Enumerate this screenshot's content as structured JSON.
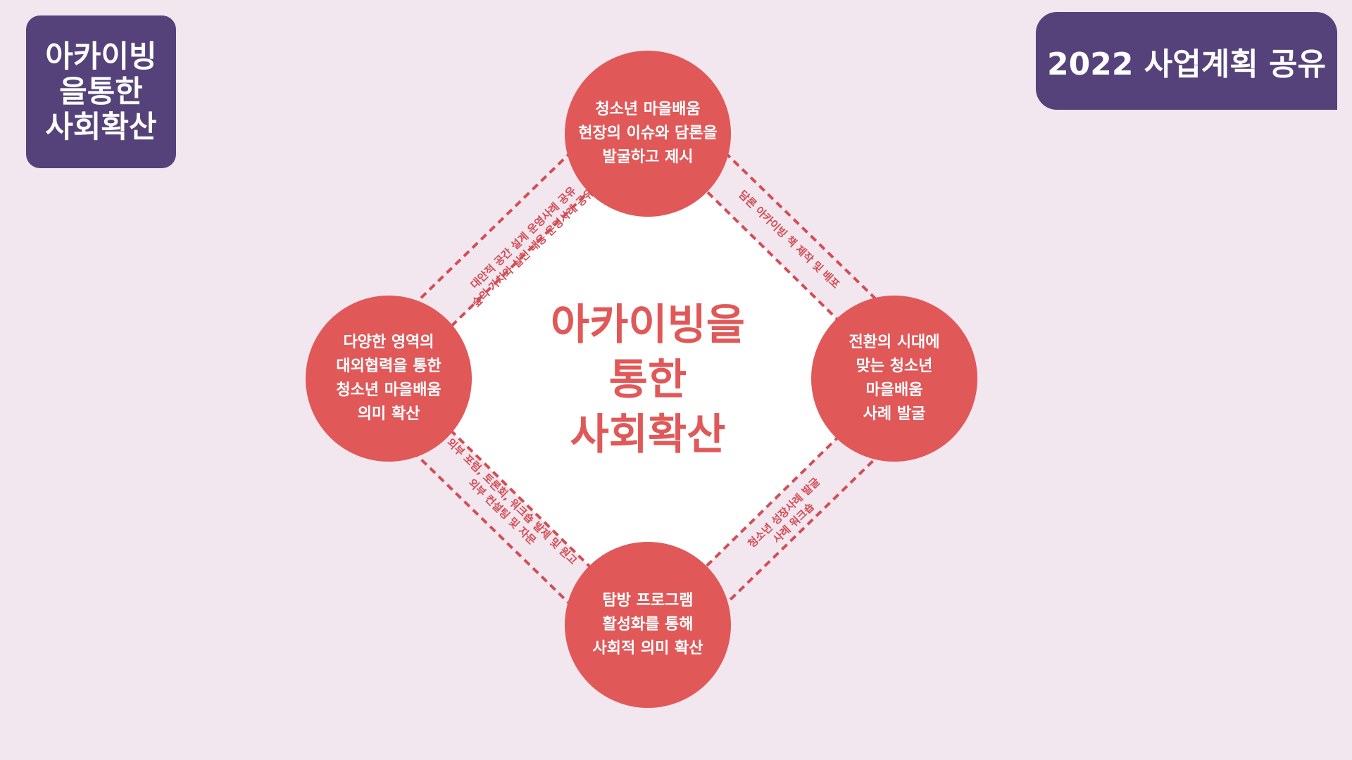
{
  "badge_left": {
    "lines": [
      "아카이빙",
      "을통한",
      "사회확산"
    ]
  },
  "badge_right": {
    "text": "2022 사업계획 공유"
  },
  "center": {
    "lines": [
      "아카이빙을",
      "통한",
      "사회확산"
    ]
  },
  "nodes": {
    "top": {
      "lines": [
        "청소년 마을배움",
        "현장의 이슈와 담론을",
        "발굴하고 제시"
      ]
    },
    "right": {
      "lines": [
        "전환의 시대에",
        "맞는 청소년",
        "마을배움",
        "사례 발굴"
      ]
    },
    "bottom": {
      "lines": [
        "탐방 프로그램",
        "활성화를 통해",
        "사회적 의미 확산"
      ]
    },
    "left": {
      "lines": [
        "다양한 영역의",
        "대외협력을 통한",
        "청소년 마을배움",
        "의미 확산"
      ]
    }
  },
  "edges": {
    "top_left": {
      "lines": [
        "대안적 공간 설계 운영사례 공유",
        "숲의 가치와 실천 내용 운영사례 공유"
      ]
    },
    "top_right": {
      "lines": [
        "담론 아카이빙 책 제작 및 배포"
      ]
    },
    "bottom_right": {
      "lines": [
        "청소년 성장사례 발굴",
        "사례 워크숍"
      ]
    },
    "bottom_left": {
      "lines": [
        "외부 포럼, 토론회, 워크숍 발제 및 원고",
        "외부 컨설팅 및 자문"
      ]
    }
  },
  "colors": {
    "background": "#f2e6ef",
    "badge": "#55427a",
    "node": "#e05858",
    "dash": "#d34d54"
  }
}
